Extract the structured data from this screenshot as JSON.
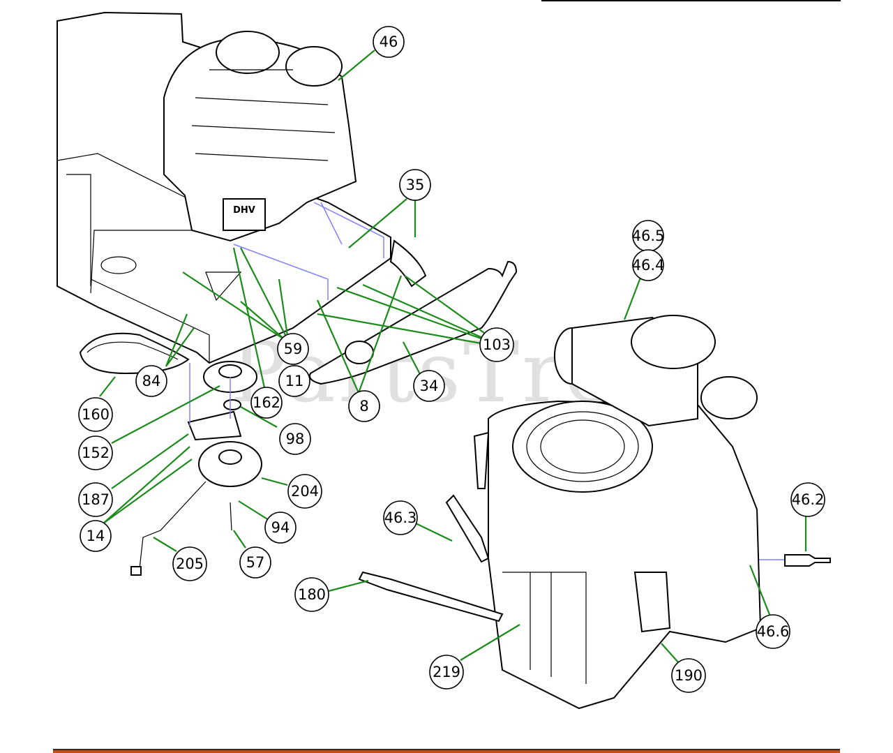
{
  "watermark": "PartsTree",
  "colors": {
    "leader": "#1a8a1a",
    "guide": "#8080ff",
    "footer_bar": "#c0501a"
  },
  "callouts": [
    {
      "id": "c46",
      "label": "46"
    },
    {
      "id": "c35",
      "label": "35"
    },
    {
      "id": "c465",
      "label": "46.5"
    },
    {
      "id": "c464",
      "label": "46.4"
    },
    {
      "id": "c103",
      "label": "103"
    },
    {
      "id": "c59",
      "label": "59"
    },
    {
      "id": "c11",
      "label": "11"
    },
    {
      "id": "c8",
      "label": "8"
    },
    {
      "id": "c34",
      "label": "34"
    },
    {
      "id": "c162",
      "label": "162"
    },
    {
      "id": "c84",
      "label": "84"
    },
    {
      "id": "c160",
      "label": "160"
    },
    {
      "id": "c152",
      "label": "152"
    },
    {
      "id": "c98",
      "label": "98"
    },
    {
      "id": "c187",
      "label": "187"
    },
    {
      "id": "c204",
      "label": "204"
    },
    {
      "id": "c14",
      "label": "14"
    },
    {
      "id": "c94",
      "label": "94"
    },
    {
      "id": "c205",
      "label": "205"
    },
    {
      "id": "c57",
      "label": "57"
    },
    {
      "id": "c462",
      "label": "46.2"
    },
    {
      "id": "c463",
      "label": "46.3"
    },
    {
      "id": "c466",
      "label": "46.6"
    },
    {
      "id": "c180",
      "label": "180"
    },
    {
      "id": "c219",
      "label": "219"
    },
    {
      "id": "c190",
      "label": "190"
    }
  ],
  "engine_badge": "DHV"
}
